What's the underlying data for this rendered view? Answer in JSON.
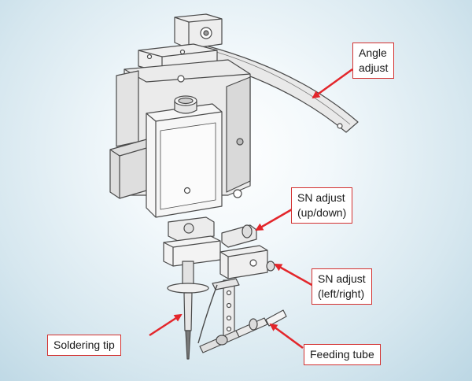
{
  "labels": {
    "angle_adjust": {
      "line1": "Angle",
      "line2": "adjust"
    },
    "sn_updown": {
      "line1": "SN adjust",
      "line2": "(up/down)"
    },
    "sn_leftright": {
      "line1": "SN adjust",
      "line2": "(left/right)"
    },
    "soldering_tip": {
      "line1": "Soldering tip"
    },
    "feeding_tube": {
      "line1": "Feeding tube"
    }
  },
  "colors": {
    "callout_border": "#d3302f",
    "arrow": "#e3262b",
    "machine_stroke": "#4a4a4a",
    "machine_fill": "#f2f2f2",
    "machine_dark": "#7a7a7a"
  }
}
